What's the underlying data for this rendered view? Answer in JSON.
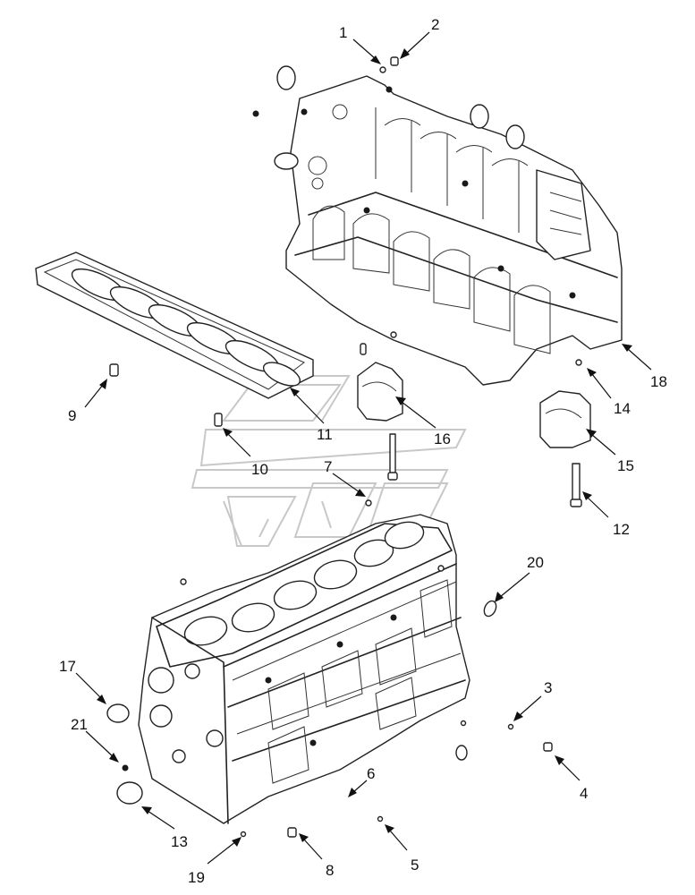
{
  "callouts": [
    {
      "n": "1"
    },
    {
      "n": "2"
    },
    {
      "n": "3"
    },
    {
      "n": "4"
    },
    {
      "n": "5"
    },
    {
      "n": "6"
    },
    {
      "n": "7"
    },
    {
      "n": "8"
    },
    {
      "n": "9"
    },
    {
      "n": "10"
    },
    {
      "n": "11"
    },
    {
      "n": "12"
    },
    {
      "n": "13"
    },
    {
      "n": "14"
    },
    {
      "n": "15"
    },
    {
      "n": "16"
    },
    {
      "n": "17"
    },
    {
      "n": "18"
    },
    {
      "n": "19"
    },
    {
      "n": "20"
    },
    {
      "n": "21"
    }
  ]
}
